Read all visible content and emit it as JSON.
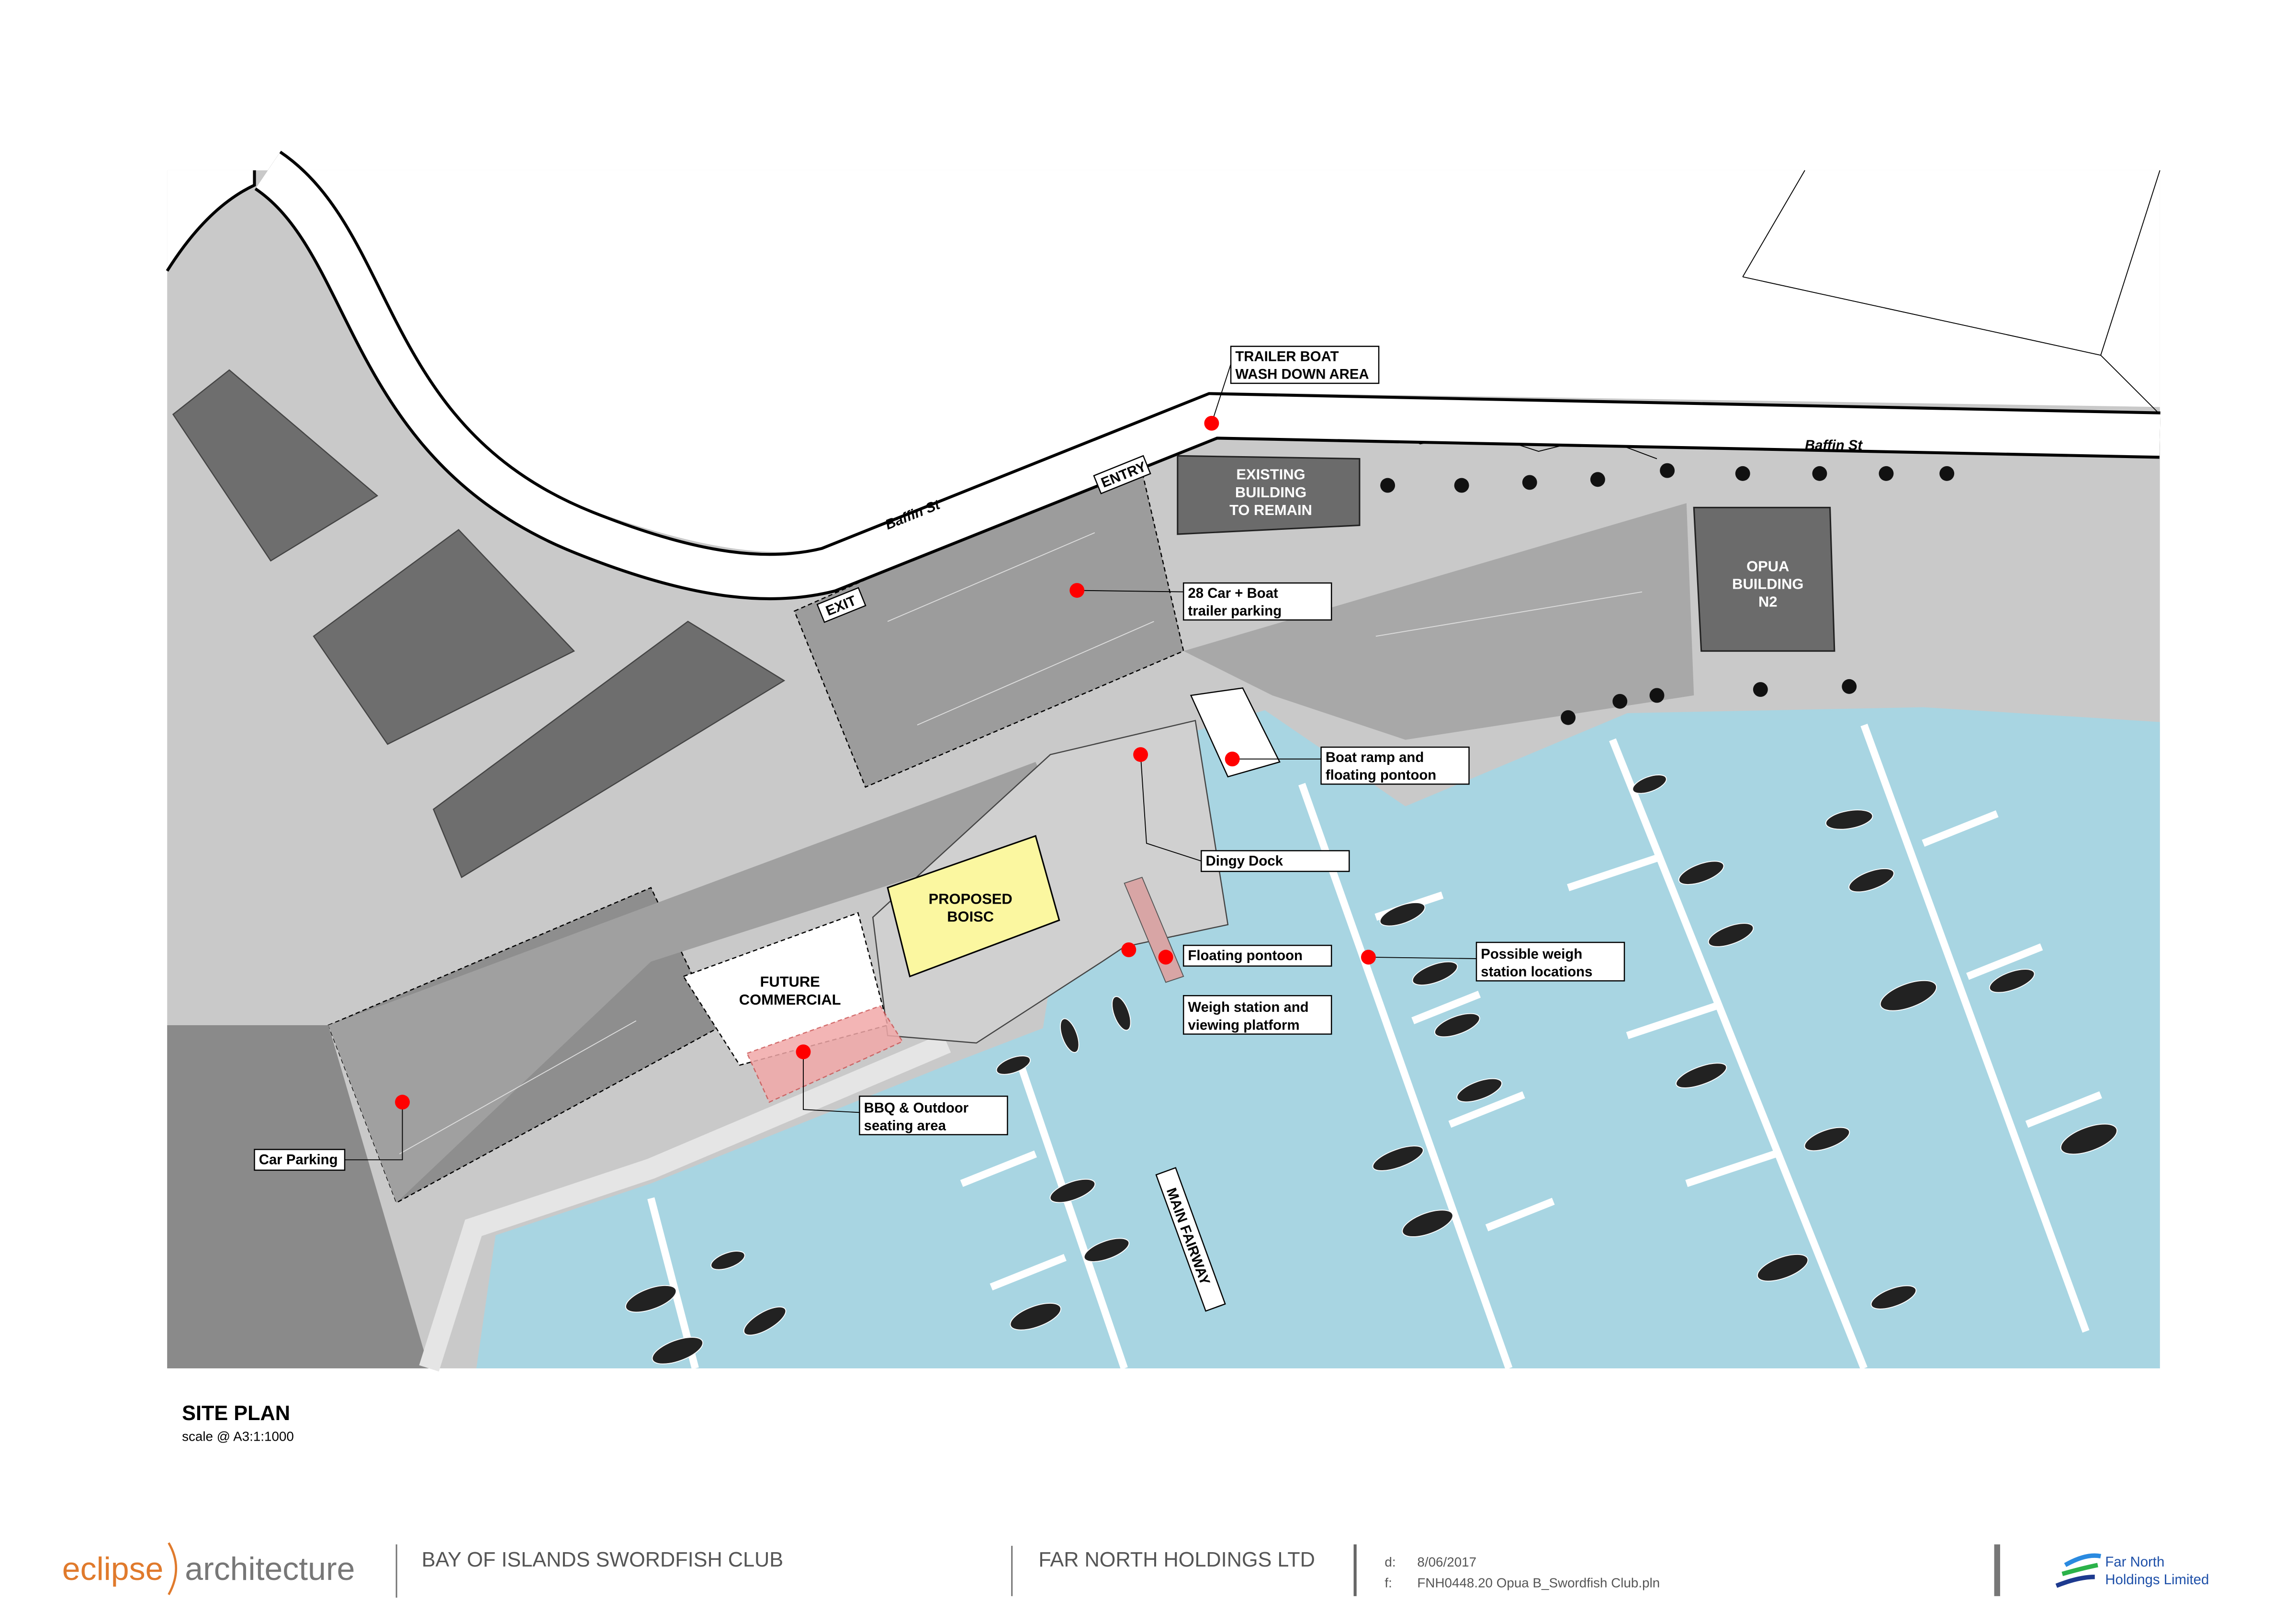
{
  "plan": {
    "title": "SITE PLAN",
    "scale": "scale @ A3:1:1000",
    "streets": [
      "Baffin St",
      "Baffin St"
    ],
    "directions": {
      "entry": "ENTRY",
      "exit": "EXIT"
    },
    "main_fairway": "MAIN FAIRWAY",
    "buildings": {
      "existing": [
        "EXISTING",
        "BUILDING",
        "TO REMAIN"
      ],
      "opua": [
        "OPUA",
        "BUILDING",
        "N2"
      ],
      "proposed": [
        "PROPOSED",
        "BOISC"
      ],
      "future": [
        "FUTURE",
        "COMMERCIAL"
      ]
    },
    "callouts": {
      "trailer_wash": [
        "TRAILER  BOAT",
        "WASH DOWN AREA"
      ],
      "car_boat_parking": [
        "28 Car + Boat",
        "trailer parking"
      ],
      "boat_ramp": [
        "Boat ramp and",
        "floating pontoon"
      ],
      "dingy_dock": [
        "Dingy Dock"
      ],
      "floating_pontoon": [
        "Floating pontoon"
      ],
      "weigh_locations": [
        "Possible weigh",
        "station locations"
      ],
      "weigh_station": [
        "Weigh station and",
        "viewing platform"
      ],
      "bbq": [
        "BBQ & Outdoor",
        "seating area"
      ],
      "car_parking": [
        "Car Parking"
      ]
    },
    "colors": {
      "water": "#a8d5e2",
      "marker": "#ff0000",
      "proposed": "#fbf7a0",
      "bbq": "#f1a9a9"
    }
  },
  "footer": {
    "logo_left": {
      "part1": "eclipse",
      "part2": "architecture"
    },
    "project": "BAY OF ISLANDS SWORDFISH CLUB",
    "client": "FAR NORTH HOLDINGS LTD",
    "date_label": "d:",
    "date": "8/06/2017",
    "file_label": "f:",
    "file": "FNH0448.20 Opua B_Swordfish Club.pln",
    "logo_right": [
      "Far North",
      "Holdings Limited"
    ]
  }
}
